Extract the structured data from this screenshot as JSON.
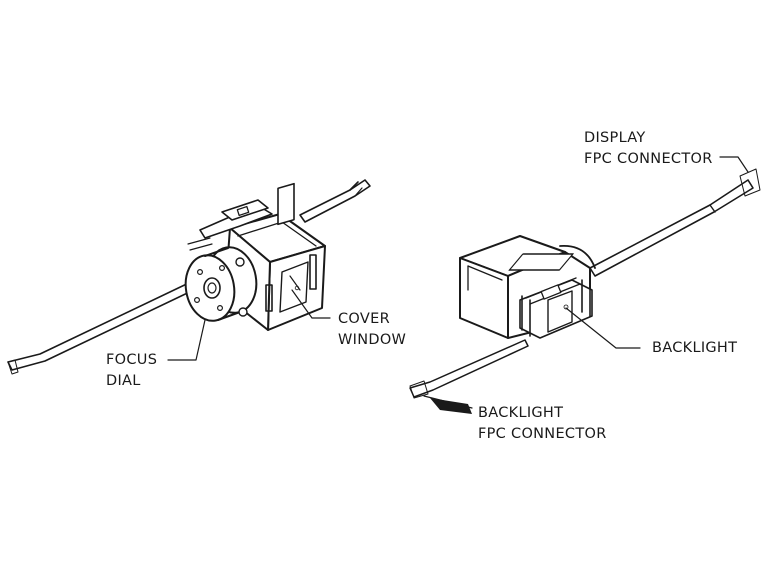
{
  "labels": {
    "focus_dial": [
      "FOCUS",
      "DIAL"
    ],
    "cover_window": [
      "COVER",
      "WINDOW"
    ],
    "display_fpc_connector": [
      "DISPLAY",
      "FPC CONNECTOR"
    ],
    "backlight": "BACKLIGHT",
    "backlight_fpc_connector": [
      "BACKLIGHT",
      "FPC CONNECTOR"
    ]
  },
  "colors": {
    "ink": "#1a1a1a",
    "background": "#ffffff"
  }
}
